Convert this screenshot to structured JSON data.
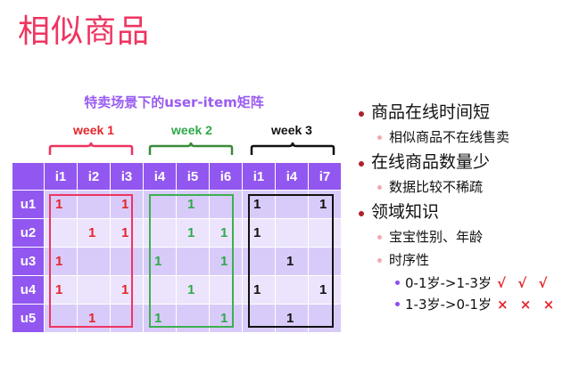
{
  "slide": {
    "title": "相似商品",
    "matrix_title": "特卖场景下的user-item矩阵"
  },
  "weeks": [
    {
      "label": "week 1",
      "color": "#e5262b",
      "box_color": "#ee3560"
    },
    {
      "label": "week 2",
      "color": "#2faa4a",
      "box_color": "#3cb050"
    },
    {
      "label": "week 3",
      "color": "#111111",
      "box_color": "#111111"
    }
  ],
  "matrix": {
    "corner": "",
    "columns": [
      "i1",
      "i2",
      "i3",
      "i4",
      "i5",
      "i6",
      "i1",
      "i4",
      "i7"
    ],
    "column_week": [
      0,
      0,
      0,
      1,
      1,
      1,
      2,
      2,
      2
    ],
    "rows": [
      {
        "label": "u1",
        "cells": [
          "1",
          "",
          "1",
          "",
          "1",
          "",
          "1",
          "",
          "1"
        ]
      },
      {
        "label": "u2",
        "cells": [
          "",
          "1",
          "1",
          "",
          "1",
          "1",
          "1",
          "",
          ""
        ]
      },
      {
        "label": "u3",
        "cells": [
          "1",
          "",
          "",
          "1",
          "",
          "1",
          "",
          "1",
          ""
        ]
      },
      {
        "label": "u4",
        "cells": [
          "1",
          "",
          "1",
          "",
          "1",
          "",
          "1",
          "",
          "1"
        ]
      },
      {
        "label": "u5",
        "cells": [
          "",
          "1",
          "",
          "1",
          "",
          "1",
          "",
          "1",
          ""
        ]
      }
    ]
  },
  "bullets": [
    {
      "level": 1,
      "text": "商品在线时间短"
    },
    {
      "level": 2,
      "text": "相似商品不在线售卖"
    },
    {
      "level": 1,
      "text": "在线商品数量少"
    },
    {
      "level": 2,
      "text": "数据比较不稀疏"
    },
    {
      "level": 1,
      "text": "领域知识"
    },
    {
      "level": 2,
      "text": "宝宝性别、年龄"
    },
    {
      "level": 2,
      "text": "时序性"
    },
    {
      "level": 3,
      "text": "0-1岁->1-3岁",
      "mark": "√ √ √"
    },
    {
      "level": 3,
      "text": "1-3岁->0-1岁",
      "mark": "× × ×"
    }
  ]
}
